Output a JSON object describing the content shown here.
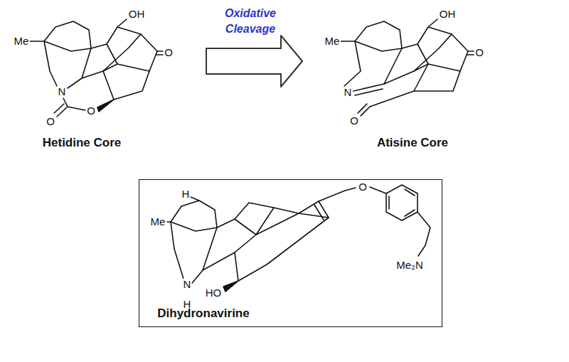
{
  "diagram": {
    "nodes": [
      {
        "text": [
          "Dihydronavirine"
        ]
      }
    ],
    "labels": [
      "Me",
      "OH",
      "O",
      "N",
      "O",
      "O",
      "Hetidine Core",
      "Oxidative Cleavage",
      "Me",
      "OH",
      "O",
      "N",
      "O",
      "Atisine Core",
      "Me",
      "H",
      "N",
      "H",
      "HO",
      "O",
      "Me₂N"
    ]
  }
}
